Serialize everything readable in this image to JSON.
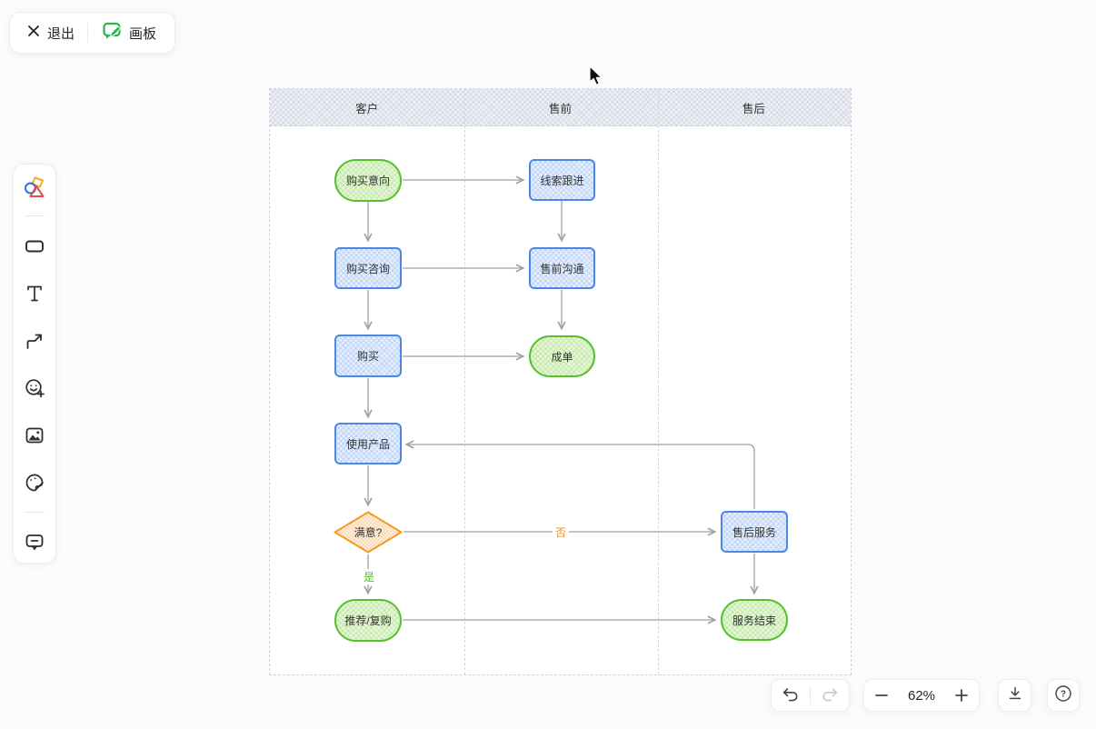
{
  "topbar": {
    "exit_label": "退出",
    "board_label": "画板"
  },
  "toolbar": {
    "icons": [
      {
        "name": "shapes-icon"
      },
      {
        "name": "rectangle-icon"
      },
      {
        "name": "text-icon"
      },
      {
        "name": "connector-icon"
      },
      {
        "name": "emoji-add-icon"
      },
      {
        "name": "image-icon"
      },
      {
        "name": "palette-icon"
      },
      {
        "name": "comment-icon"
      }
    ]
  },
  "diagram": {
    "lanes": [
      {
        "label": "客户"
      },
      {
        "label": "售前"
      },
      {
        "label": "售后"
      }
    ],
    "nodes": [
      {
        "label": "购买意向",
        "shape": "terminator",
        "lane": "客户",
        "color": "green"
      },
      {
        "label": "线索跟进",
        "shape": "process",
        "lane": "售前",
        "color": "blue"
      },
      {
        "label": "购买咨询",
        "shape": "process",
        "lane": "客户",
        "color": "blue"
      },
      {
        "label": "售前沟通",
        "shape": "process",
        "lane": "售前",
        "color": "blue"
      },
      {
        "label": "购买",
        "shape": "process",
        "lane": "客户",
        "color": "blue"
      },
      {
        "label": "成单",
        "shape": "terminator",
        "lane": "售前",
        "color": "green"
      },
      {
        "label": "使用产品",
        "shape": "process",
        "lane": "客户",
        "color": "blue"
      },
      {
        "label": "满意?",
        "shape": "decision",
        "lane": "客户",
        "color": "orange"
      },
      {
        "label": "售后服务",
        "shape": "process",
        "lane": "售后",
        "color": "blue"
      },
      {
        "label": "推荐/复购",
        "shape": "terminator",
        "lane": "客户",
        "color": "green"
      },
      {
        "label": "服务结束",
        "shape": "terminator",
        "lane": "售后",
        "color": "green"
      }
    ],
    "edges": [
      {
        "from": "购买意向",
        "to": "线索跟进"
      },
      {
        "from": "购买意向",
        "to": "购买咨询"
      },
      {
        "from": "线索跟进",
        "to": "售前沟通"
      },
      {
        "from": "购买咨询",
        "to": "售前沟通"
      },
      {
        "from": "购买咨询",
        "to": "购买"
      },
      {
        "from": "售前沟通",
        "to": "成单"
      },
      {
        "from": "购买",
        "to": "成单"
      },
      {
        "from": "购买",
        "to": "使用产品"
      },
      {
        "from": "使用产品",
        "to": "满意?"
      },
      {
        "from": "满意?",
        "to": "售后服务",
        "label": "否"
      },
      {
        "from": "满意?",
        "to": "推荐/复购",
        "label": "是"
      },
      {
        "from": "售后服务",
        "to": "使用产品"
      },
      {
        "from": "售后服务",
        "to": "服务结束"
      },
      {
        "from": "推荐/复购",
        "to": "服务结束"
      }
    ],
    "edge_labels": {
      "no": "否",
      "yes": "是"
    }
  },
  "footer": {
    "zoom_level": "62%",
    "help_glyph": "?"
  },
  "colors": {
    "green_border": "#55c12b",
    "blue_border": "#4b86e8",
    "orange_border": "#f59b25",
    "edge": "#9ca1ac",
    "label_no": "#f08c1e",
    "label_yes": "#52c41a",
    "board_icon_green": "#2cb44a"
  }
}
